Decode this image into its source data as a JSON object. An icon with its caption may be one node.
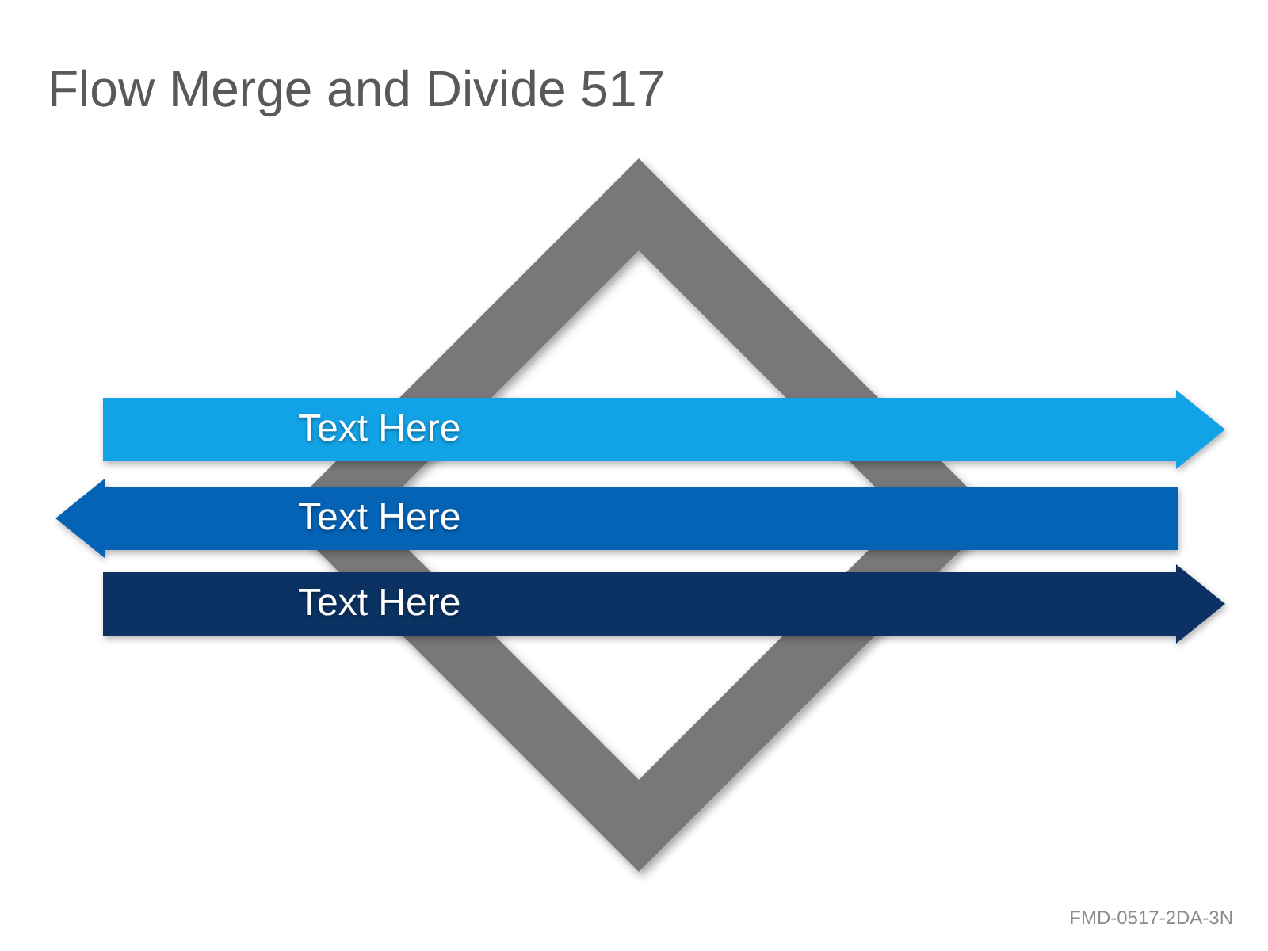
{
  "diagram": {
    "title": "Flow Merge and Divide 517",
    "nodes": [
      {
        "text": [],
        "shape": "diamond"
      },
      {
        "text": [
          "Text Here"
        ]
      },
      {
        "text": [
          "Text Here"
        ]
      },
      {
        "text": [
          "Text Here"
        ]
      }
    ],
    "labels": [
      "FMD-0517-2DA-3N"
    ]
  }
}
